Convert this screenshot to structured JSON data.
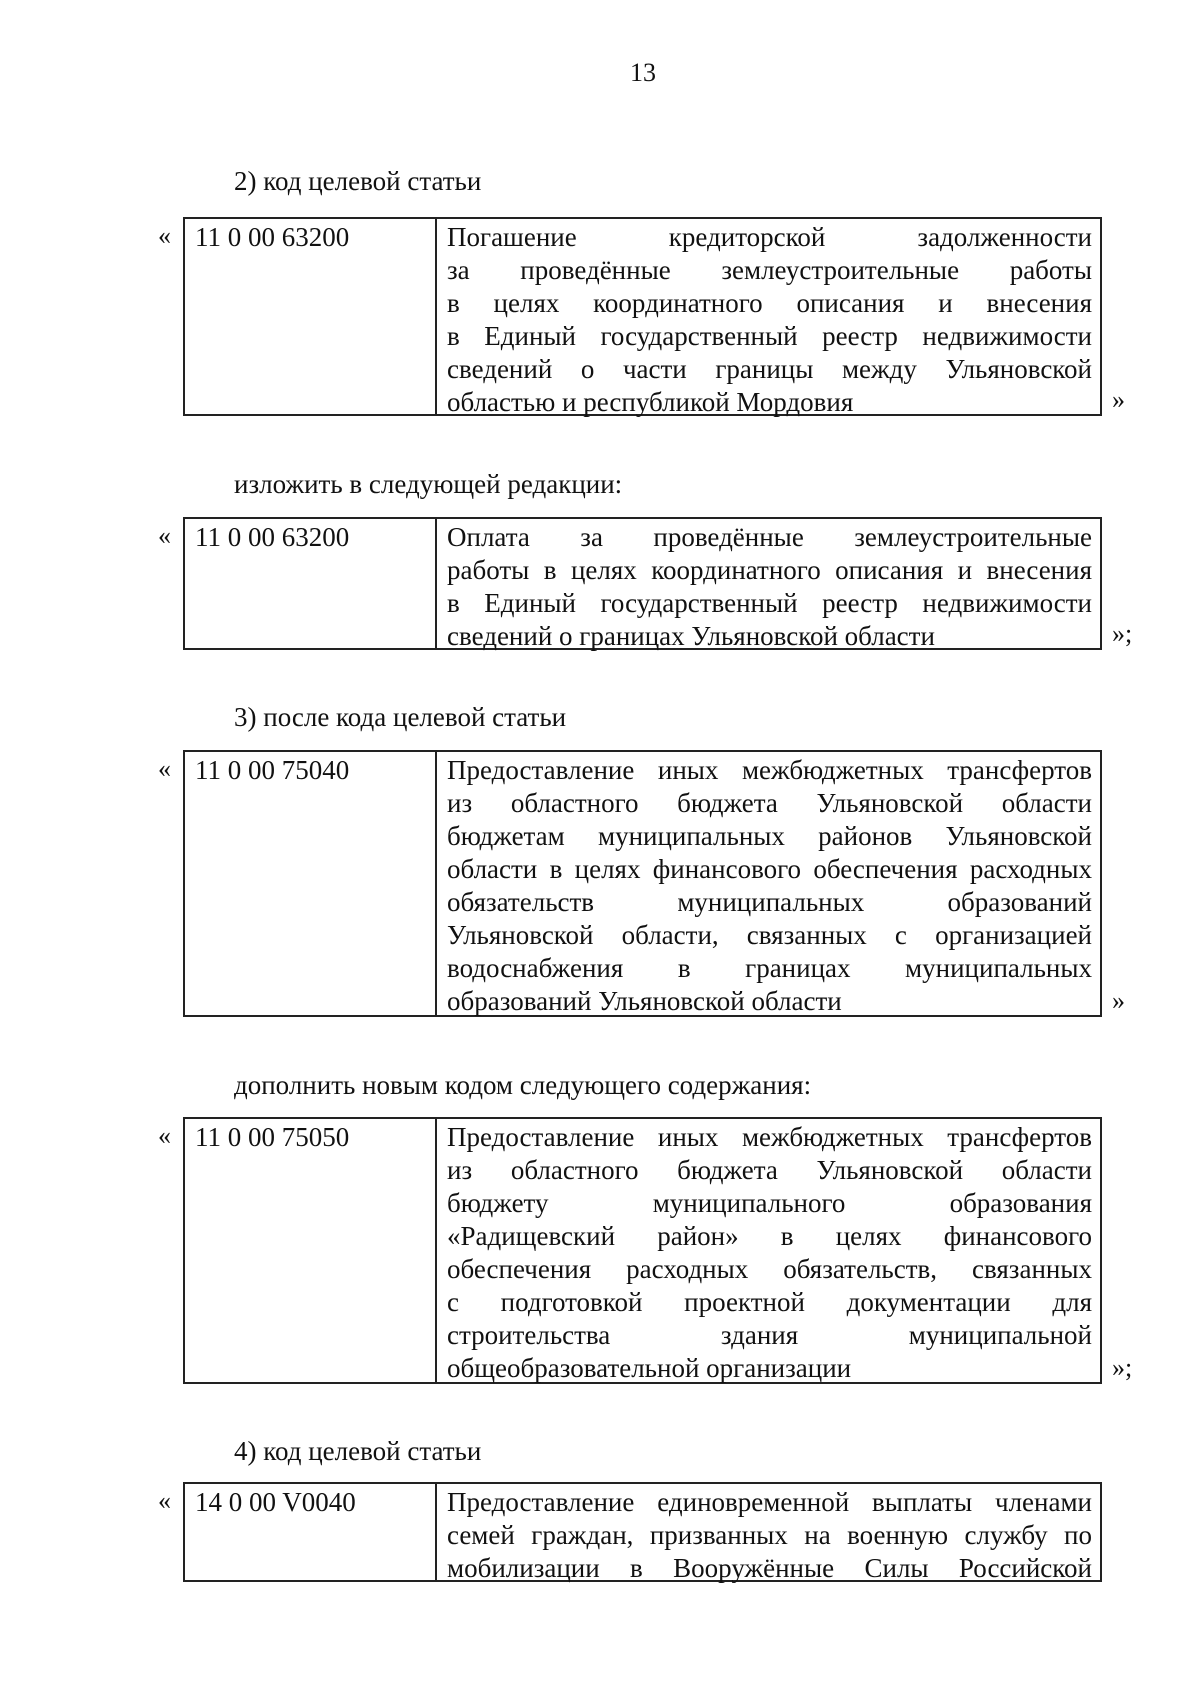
{
  "page_number": "13",
  "sections": [
    {
      "heading": "2) код целевой статьи",
      "open_quote": "«",
      "code": "11 0 00 63200",
      "lines": [
        "Погашение кредиторской задолженности",
        "за проведённые землеустроительные работы",
        "в целях координатного описания и внесения",
        "в Единый государственный реестр недвижимости",
        "сведений о части границы между Ульяновской",
        "областью и республикой Мордовия"
      ],
      "close_quote": "»"
    },
    {
      "heading": "изложить в следующей редакции:",
      "open_quote": "«",
      "code": "11 0 00 63200",
      "lines": [
        "Оплата за проведённые землеустроительные",
        "работы в целях координатного описания и внесения",
        "в Единый государственный реестр недвижимости",
        "сведений о границах Ульяновской области"
      ],
      "close_quote": "»;"
    },
    {
      "heading": "3) после кода целевой статьи",
      "open_quote": "«",
      "code": "11 0 00 75040",
      "lines": [
        "Предоставление иных межбюджетных трансфертов",
        "из областного бюджета Ульяновской области",
        "бюджетам муниципальных районов Ульяновской",
        "области в целях финансового обеспечения расходных",
        "обязательств муниципальных образований",
        "Ульяновской области, связанных с организацией",
        "водоснабжения в границах муниципальных",
        "образований Ульяновской области"
      ],
      "close_quote": "»"
    },
    {
      "heading": "дополнить новым кодом следующего содержания:",
      "open_quote": "«",
      "code": "11 0 00 75050",
      "lines": [
        "Предоставление иных межбюджетных трансфертов",
        "из областного бюджета Ульяновской области",
        "бюджету муниципального образования",
        "«Радищевский район» в целях финансового",
        "обеспечения расходных обязательств, связанных",
        "с подготовкой проектной документации для",
        "строительства здания муниципальной",
        "общеобразовательной организации"
      ],
      "close_quote": "»;"
    },
    {
      "heading": "4) код целевой статьи",
      "open_quote": "«",
      "code": "14 0 00 V0040",
      "lines": [
        "Предоставление единовременной выплаты членами",
        "семей граждан, призванных на военную службу по",
        "мобилизации в Вооружённые Силы Российской"
      ],
      "close_quote": ""
    }
  ]
}
